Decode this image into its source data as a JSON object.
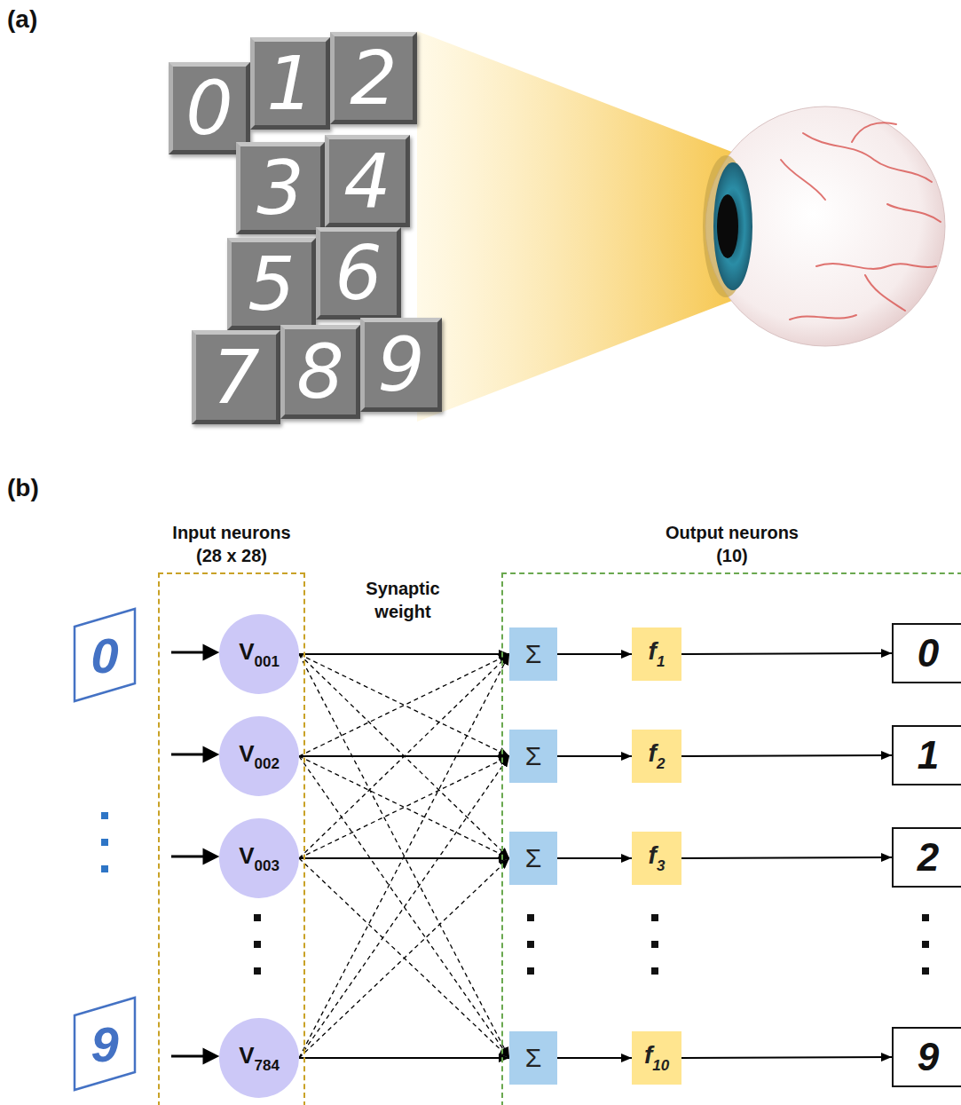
{
  "diagram": {
    "nodes": [
      {
        "text": [
          "0"
        ]
      },
      {
        "text": [
          "1"
        ]
      },
      {
        "text": [
          "2"
        ]
      },
      {
        "text": [
          "3"
        ]
      },
      {
        "text": [
          "4"
        ]
      },
      {
        "text": [
          "5"
        ]
      },
      {
        "text": [
          "6"
        ]
      },
      {
        "text": [
          "7"
        ]
      },
      {
        "text": [
          "8"
        ]
      },
      {
        "text": [
          "9"
        ]
      },
      {
        "text": [
          "0"
        ]
      },
      {
        "text": [
          "Input neurons (28 x 28)"
        ]
      },
      {
        "text": [
          "V",
          "001"
        ],
        "in": 11
      },
      {
        "text": [
          "V",
          "002"
        ],
        "in": 11
      },
      {
        "text": [
          "V",
          "003"
        ],
        "in": 11
      },
      {
        "text": [
          "V",
          "784"
        ],
        "in": 11
      },
      {
        "text": [
          "Output neurons (10)"
        ]
      },
      {
        "text": [
          "Σ"
        ],
        "in": 16
      },
      {
        "text": [
          "Σ"
        ],
        "in": 16
      },
      {
        "text": [
          "Σ"
        ],
        "in": 16
      },
      {
        "text": [
          "Σ"
        ],
        "in": 16
      },
      {
        "text": [
          "f",
          "1"
        ],
        "in": 16
      },
      {
        "text": [
          "f",
          "2"
        ],
        "in": 16
      },
      {
        "text": [
          "f",
          "3"
        ],
        "in": 16
      },
      {
        "text": [
          "f",
          "10"
        ],
        "in": 16
      },
      {
        "text": [
          "0"
        ],
        "in": 16
      },
      {
        "text": [
          "1"
        ],
        "in": 16
      },
      {
        "text": [
          "2"
        ],
        "in": 16
      },
      {
        "text": [
          "9"
        ],
        "in": 16
      },
      {
        "text": [
          "9"
        ]
      }
    ],
    "edges": [
      {
        "from": 12,
        "to": 17,
        "arrow": "to"
      },
      {
        "from": 12,
        "to": 18,
        "arrow": "to"
      },
      {
        "from": 12,
        "to": 19,
        "arrow": "to"
      },
      {
        "from": 12,
        "to": 20,
        "arrow": "to"
      },
      {
        "from": 13,
        "to": 17,
        "arrow": "to"
      },
      {
        "from": 13,
        "to": 18,
        "arrow": "to"
      },
      {
        "from": 13,
        "to": 19,
        "arrow": "to"
      },
      {
        "from": 13,
        "to": 20,
        "arrow": "to"
      },
      {
        "from": 14,
        "to": 17,
        "arrow": "to"
      },
      {
        "from": 14,
        "to": 18,
        "arrow": "to"
      },
      {
        "from": 14,
        "to": 19,
        "arrow": "to"
      },
      {
        "from": 14,
        "to": 20,
        "arrow": "to"
      },
      {
        "from": 15,
        "to": 17,
        "arrow": "to"
      },
      {
        "from": 15,
        "to": 18,
        "arrow": "to"
      },
      {
        "from": 15,
        "to": 19,
        "arrow": "to"
      },
      {
        "from": 15,
        "to": 20,
        "arrow": "to"
      },
      {
        "from": 17,
        "to": 21,
        "arrow": "to"
      },
      {
        "from": 18,
        "to": 22,
        "arrow": "to"
      },
      {
        "from": 19,
        "to": 23,
        "arrow": "to"
      },
      {
        "from": 20,
        "to": 24,
        "arrow": "to"
      },
      {
        "from": 21,
        "to": 25,
        "arrow": "to"
      },
      {
        "from": 22,
        "to": 26,
        "arrow": "to"
      },
      {
        "from": 23,
        "to": 27,
        "arrow": "to"
      },
      {
        "from": 24,
        "to": 28,
        "arrow": "to"
      }
    ],
    "labels": [
      "(a)",
      "(b)",
      "Synaptic weight"
    ]
  }
}
